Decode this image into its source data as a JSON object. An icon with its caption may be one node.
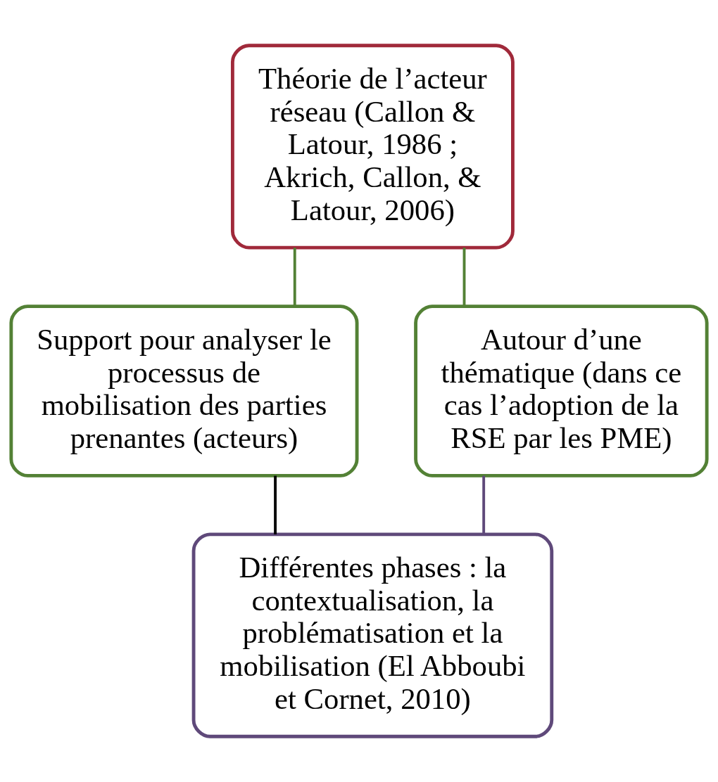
{
  "diagram": {
    "nodes": [
      {
        "text": [
          "Théorie de l’acteur réseau (Callon & Latour, 1986 ; Akrich, Callon, & Latour, 2006)"
        ]
      },
      {
        "text": [
          "Support pour analyser le processus de mobilisation des parties prenantes (acteurs)"
        ]
      },
      {
        "text": [
          "Autour d’une thématique (dans ce cas l’adoption de la RSE par les PME)"
        ]
      },
      {
        "text": [
          "Différentes phases : la contextualisation, la problématisation et la mobilisation (El Abboubi et Cornet, 2010)"
        ]
      }
    ],
    "edges": [
      {
        "from": 0,
        "to": 1,
        "arrow": "none",
        "color": "#538135"
      },
      {
        "from": 0,
        "to": 2,
        "arrow": "none",
        "color": "#538135"
      },
      {
        "from": 2,
        "to": 3,
        "arrow": "none",
        "color": "#5f497a"
      },
      {
        "from": 1,
        "to": 3,
        "arrow": "none",
        "color": "#000000"
      }
    ]
  }
}
